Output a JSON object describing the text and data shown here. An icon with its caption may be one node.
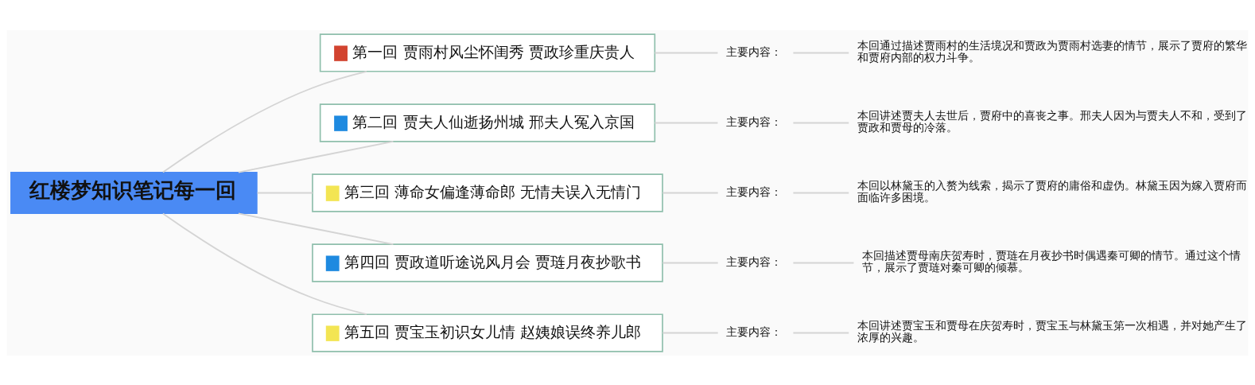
{
  "diagram": {
    "nodes": [
      {
        "text": [
          "红楼梦知识笔记每一回"
        ]
      },
      {
        "text": [
          "第一回 贾雨村风尘怀闺秀 贾政珍重庆贵人"
        ]
      },
      {
        "text": [
          "主要内容："
        ]
      },
      {
        "text": [
          "本回通过描述贾雨村的生活境况和贾政为贾雨村选妻的情节，展示了贾府的繁华和贾府内部的权力斗争。"
        ]
      },
      {
        "text": [
          "第二回 贾夫人仙逝扬州城 邢夫人冤入京国"
        ]
      },
      {
        "text": [
          "主要内容："
        ]
      },
      {
        "text": [
          "本回讲述贾夫人去世后，贾府中的喜丧之事。邢夫人因为与贾夫人不和，受到了贾政和贾母的冷落。"
        ]
      },
      {
        "text": [
          "第三回 薄命女偏逢薄命郎 无情夫误入无情门"
        ]
      },
      {
        "text": [
          "主要内容："
        ]
      },
      {
        "text": [
          "本回以林黛玉的入赘为线索，揭示了贾府的庸俗和虚伪。林黛玉因为嫁入贾府而面临许多困境。"
        ]
      },
      {
        "text": [
          "第四回 贾政道听途说风月会 贾琏月夜抄歌书"
        ]
      },
      {
        "text": [
          "主要内容："
        ]
      },
      {
        "text": [
          "本回描述贾母南庆贺寿时，贾琏在月夜抄书时偶遇秦可卿的情节。通过这个情节，展示了贾琏对秦可卿的倾慕。"
        ]
      },
      {
        "text": [
          "第五回 贾宝玉初识女儿情 赵姨娘误终养儿郎"
        ]
      },
      {
        "text": [
          "主要内容："
        ]
      },
      {
        "text": [
          "本回讲述贾宝玉和贾母在庆贺寿时，贾宝玉与林黛玉第一次相遇，并对她产生了浓厚的兴趣。"
        ]
      }
    ],
    "edges": [
      {
        "from": 0,
        "to": 1,
        "arrow": "none"
      },
      {
        "from": 1,
        "to": 2,
        "arrow": "none"
      },
      {
        "from": 2,
        "to": 3,
        "arrow": "none"
      },
      {
        "from": 0,
        "to": 4,
        "arrow": "none"
      },
      {
        "from": 4,
        "to": 5,
        "arrow": "none"
      },
      {
        "from": 5,
        "to": 6,
        "arrow": "none"
      },
      {
        "from": 0,
        "to": 7,
        "arrow": "none"
      },
      {
        "from": 7,
        "to": 8,
        "arrow": "none"
      },
      {
        "from": 8,
        "to": 9,
        "arrow": "none"
      },
      {
        "from": 0,
        "to": 10,
        "arrow": "none"
      },
      {
        "from": 10,
        "to": 11,
        "arrow": "none"
      },
      {
        "from": 11,
        "to": 12,
        "arrow": "none"
      },
      {
        "from": 0,
        "to": 13,
        "arrow": "none"
      },
      {
        "from": 13,
        "to": 14,
        "arrow": "none"
      },
      {
        "from": 14,
        "to": 15,
        "arrow": "none"
      }
    ]
  }
}
